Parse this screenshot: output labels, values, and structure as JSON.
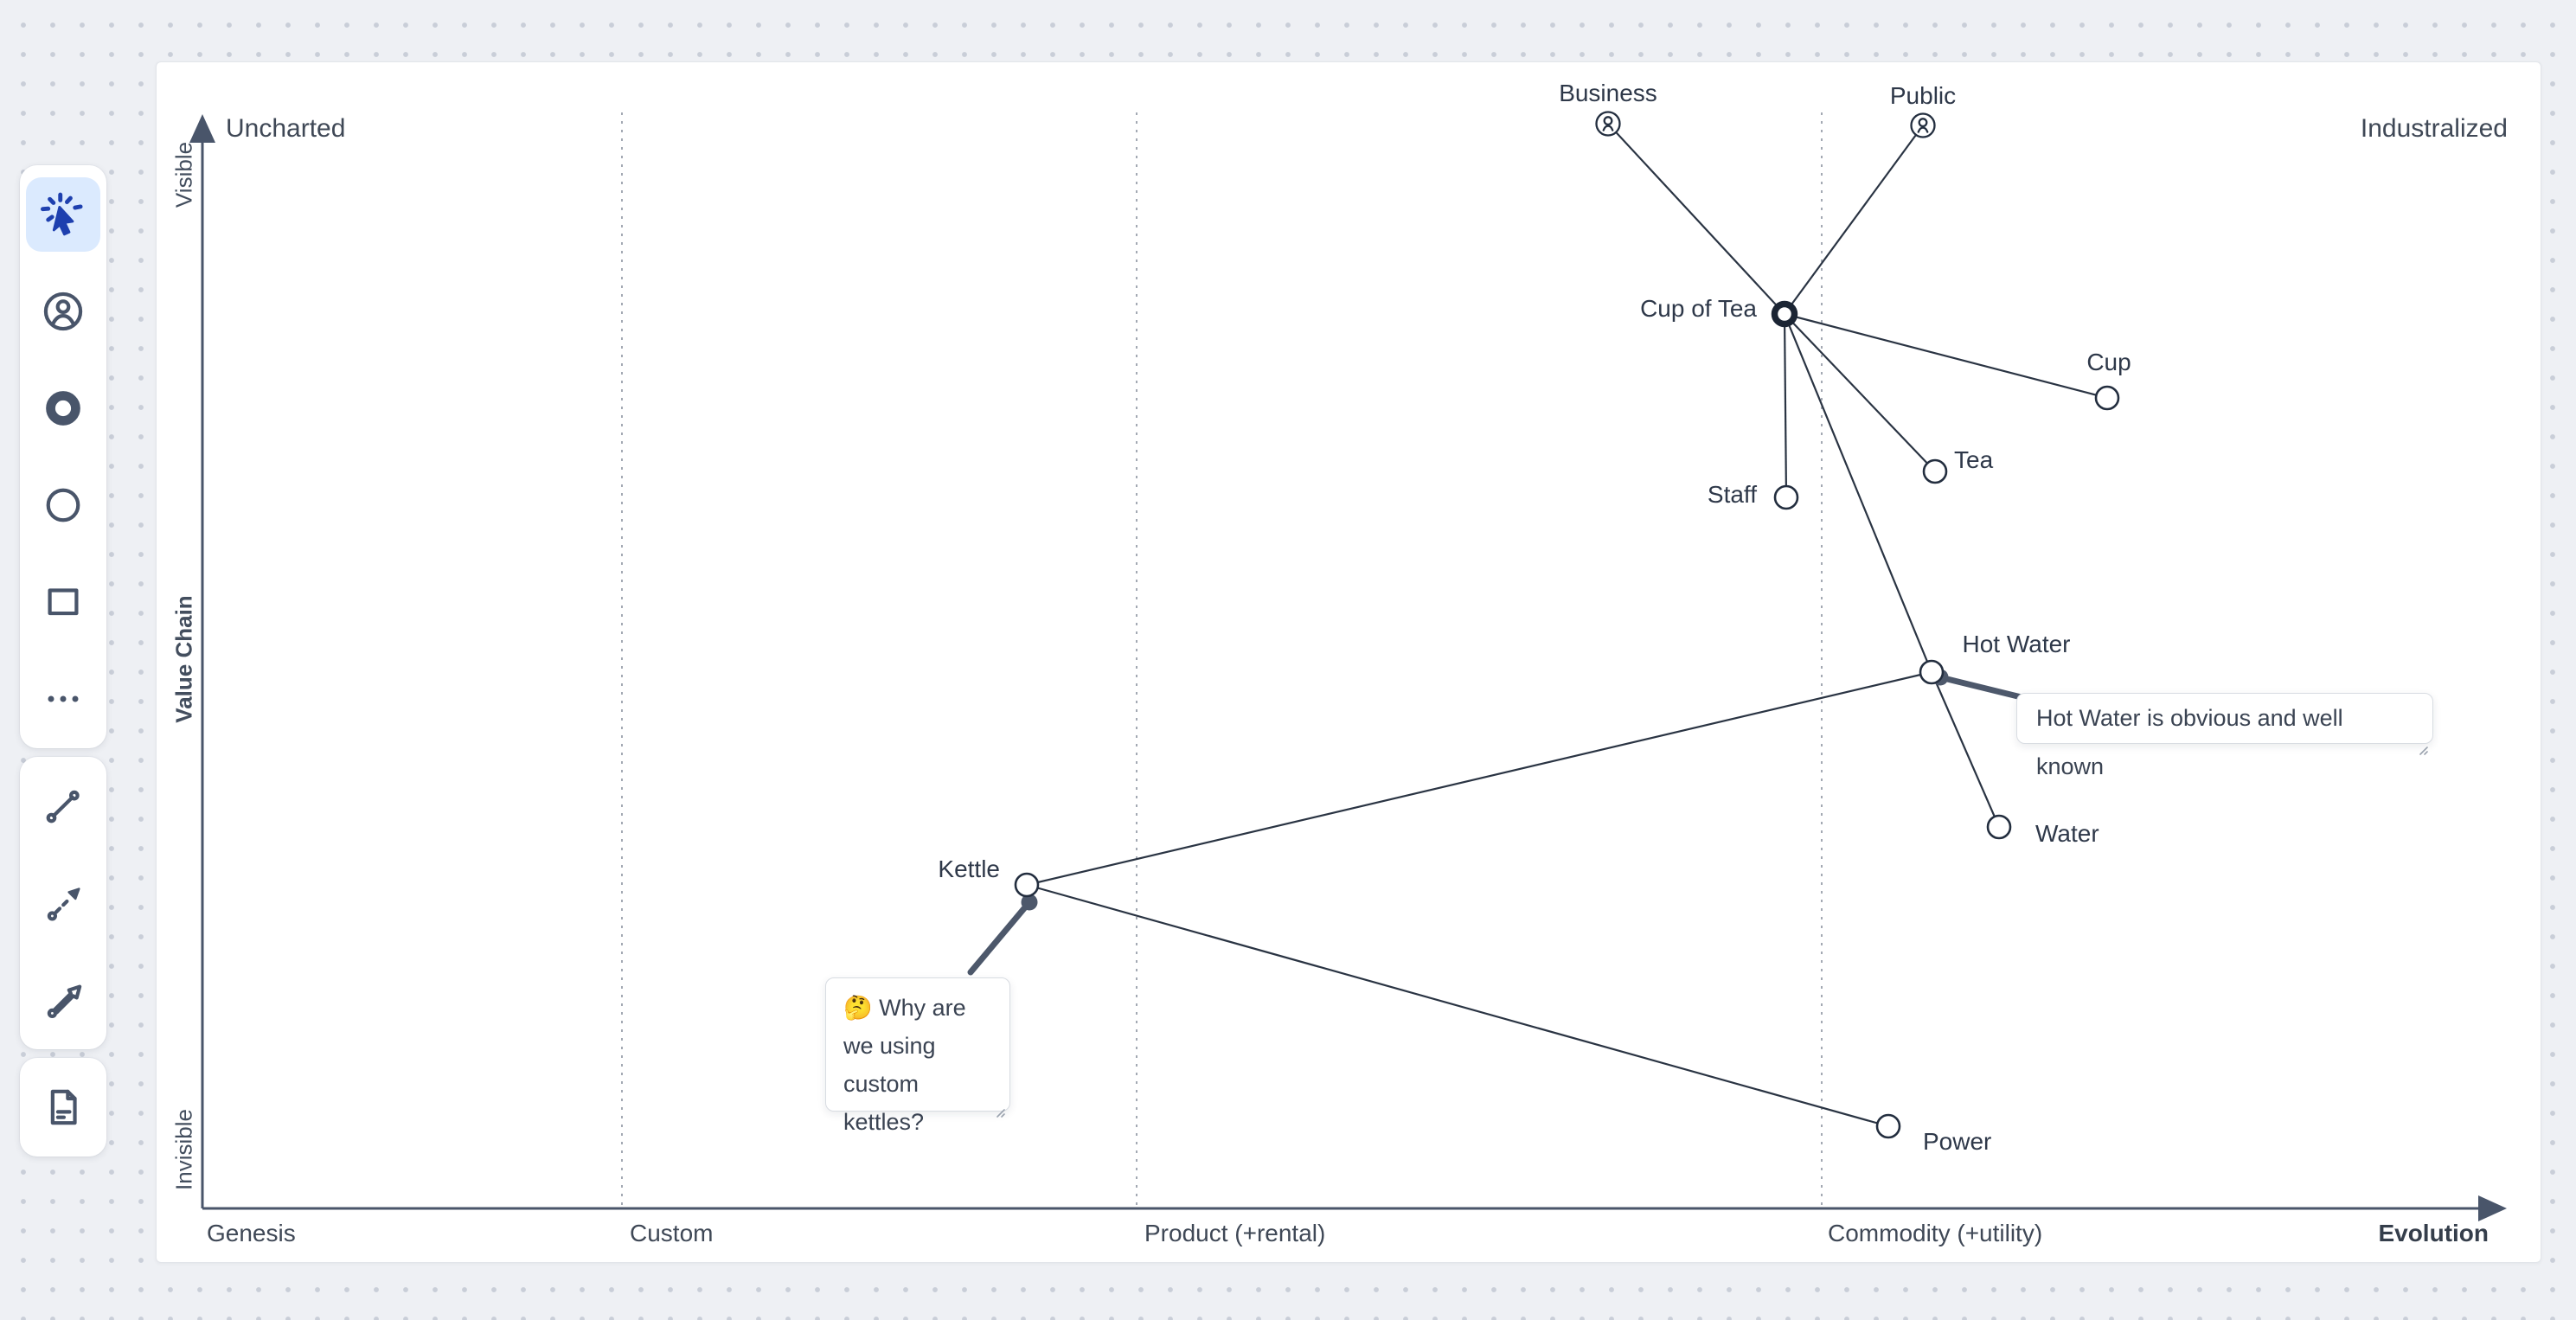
{
  "toolbar": {
    "tools": [
      {
        "id": "select",
        "icon": "pointer-click-icon",
        "selected": true
      },
      {
        "id": "user-node",
        "icon": "user-circle-icon",
        "selected": false
      },
      {
        "id": "filled-node",
        "icon": "bold-circle-icon",
        "selected": false
      },
      {
        "id": "node",
        "icon": "circle-icon",
        "selected": false
      },
      {
        "id": "box",
        "icon": "square-icon",
        "selected": false
      },
      {
        "id": "more",
        "icon": "ellipsis-icon",
        "selected": false
      },
      {
        "id": "link-line",
        "icon": "line-link-icon",
        "selected": false
      },
      {
        "id": "evolve-arrow",
        "icon": "dashed-arrow-icon",
        "selected": false
      },
      {
        "id": "flow-arrow",
        "icon": "hollow-arrow-icon",
        "selected": false
      },
      {
        "id": "note",
        "icon": "note-page-icon",
        "selected": false
      }
    ]
  },
  "map": {
    "corner_labels": {
      "top_left": "Uncharted",
      "top_right": "Industralized"
    },
    "value_chain_axis": {
      "top": "Visible",
      "title": "Value Chain",
      "bottom": "Invisible"
    },
    "evolution_axis": {
      "stages": [
        "Genesis",
        "Custom",
        "Product (+rental)",
        "Commodity (+utility)"
      ],
      "title": "Evolution"
    },
    "nodes": {
      "business": {
        "label": "Business",
        "type": "user"
      },
      "public": {
        "label": "Public",
        "type": "user"
      },
      "cup_of_tea": {
        "label": "Cup of Tea",
        "type": "bold-circle"
      },
      "cup": {
        "label": "Cup",
        "type": "circle"
      },
      "tea": {
        "label": "Tea",
        "type": "circle"
      },
      "staff": {
        "label": "Staff",
        "type": "circle"
      },
      "hot_water": {
        "label": "Hot Water",
        "type": "circle"
      },
      "water": {
        "label": "Water",
        "type": "circle"
      },
      "kettle": {
        "label": "Kettle",
        "type": "circle"
      },
      "power": {
        "label": "Power",
        "type": "circle"
      }
    },
    "edges": [
      [
        "business",
        "cup_of_tea"
      ],
      [
        "public",
        "cup_of_tea"
      ],
      [
        "cup_of_tea",
        "cup"
      ],
      [
        "cup_of_tea",
        "tea"
      ],
      [
        "cup_of_tea",
        "staff"
      ],
      [
        "cup_of_tea",
        "hot_water"
      ],
      [
        "hot_water",
        "water"
      ],
      [
        "kettle",
        "hot_water"
      ],
      [
        "kettle",
        "power"
      ]
    ],
    "notes": [
      {
        "text": "Hot Water is obvious and well known",
        "attached_to": "hot_water"
      },
      {
        "text": "🤔 Why are we using custom kettles?",
        "attached_to": "kettle"
      }
    ]
  },
  "colors": {
    "accent_blue": "#1e40af",
    "tool_selected_bg": "#dbeafe",
    "ink": "#232e3f",
    "slate": "#49556a",
    "grid_dash": "#a3a9b3",
    "page_bg": "#eef0f4",
    "canvas_bg": "#ffffff",
    "note_border": "#d8dce2"
  }
}
